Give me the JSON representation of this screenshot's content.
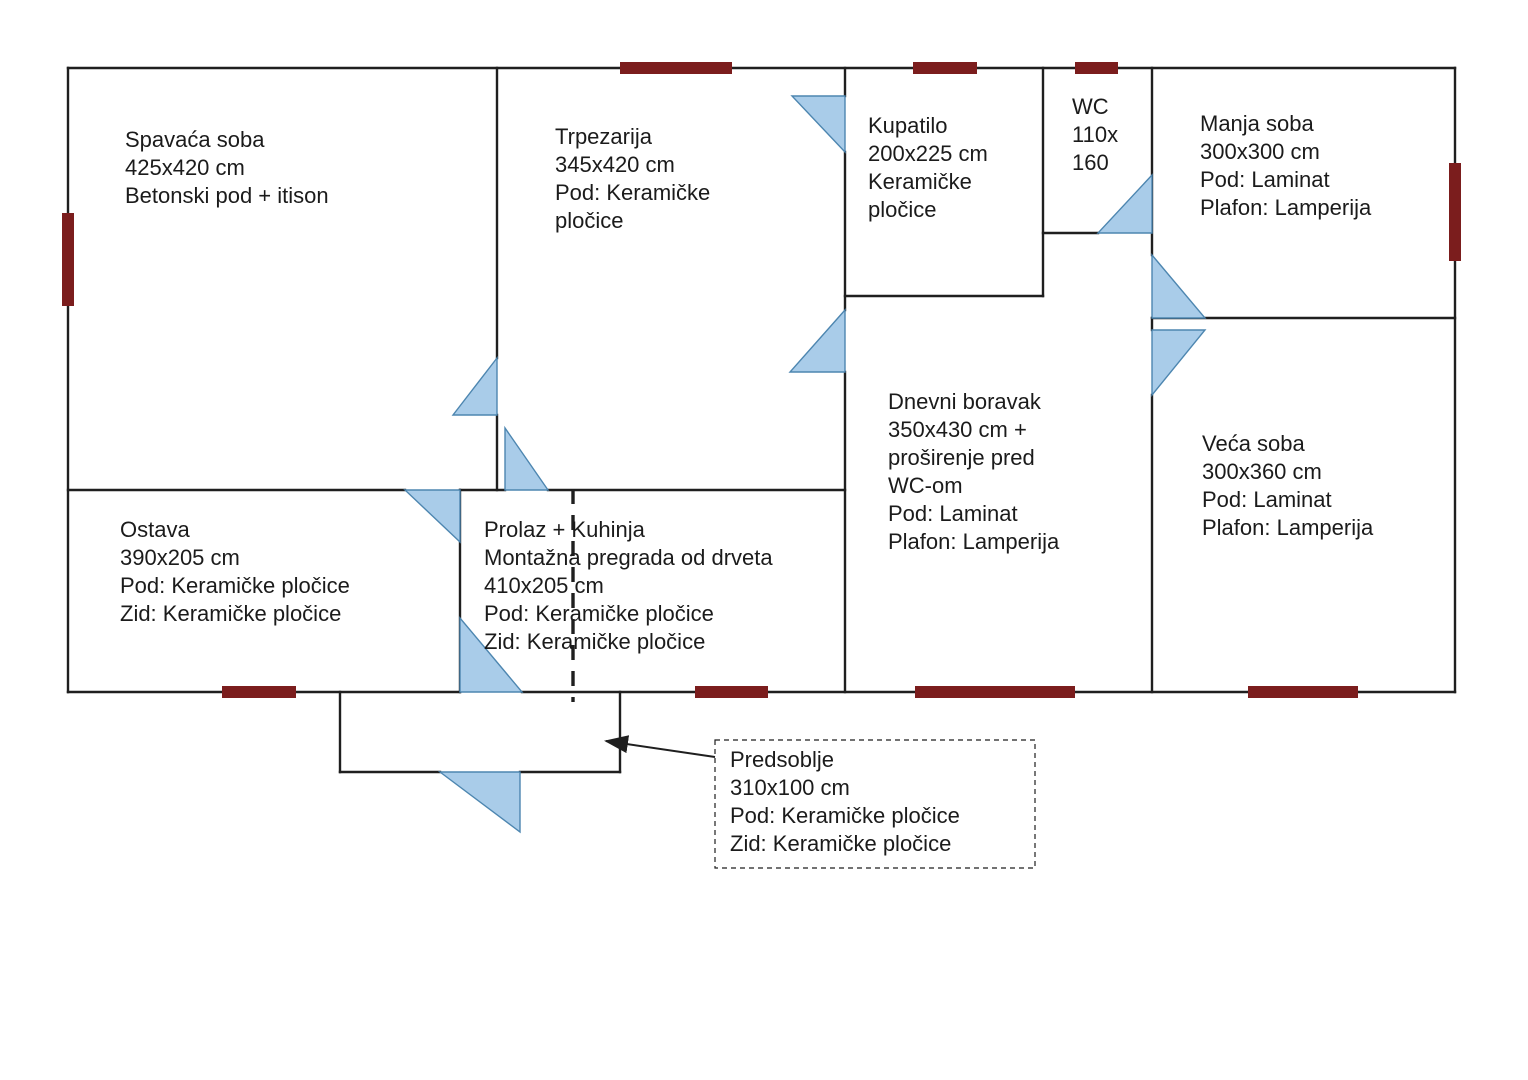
{
  "colors": {
    "wall": "#1f1f1f",
    "window_bar": "#7b1d1d",
    "door_fill": "#a9cce9",
    "door_stroke": "#4d86b0",
    "text": "#1b1b1b"
  },
  "rooms": [
    {
      "id": "spavaca-soba",
      "lines": [
        "Spavaća soba",
        "425x420 cm",
        "Betonski pod + itison"
      ]
    },
    {
      "id": "trpezarija",
      "lines": [
        "Trpezarija",
        "345x420 cm",
        "Pod: Keramičke",
        "pločice"
      ]
    },
    {
      "id": "kupatilo",
      "lines": [
        "Kupatilo",
        "200x225 cm",
        "Keramičke",
        "pločice"
      ]
    },
    {
      "id": "wc",
      "lines": [
        "WC",
        "110x",
        "160"
      ]
    },
    {
      "id": "manja-soba",
      "lines": [
        "Manja soba",
        "300x300 cm",
        "Pod: Laminat",
        "Plafon: Lamperija"
      ]
    },
    {
      "id": "dnevni-boravak",
      "lines": [
        "Dnevni boravak",
        "350x430 cm +",
        "proširenje pred",
        "WC-om",
        "Pod: Laminat",
        "Plafon: Lamperija"
      ]
    },
    {
      "id": "veca-soba",
      "lines": [
        "Veća soba",
        "300x360 cm",
        "Pod: Laminat",
        "Plafon: Lamperija"
      ]
    },
    {
      "id": "ostava",
      "lines": [
        "Ostava",
        "390x205 cm",
        "Pod: Keramičke pločice",
        "Zid: Keramičke pločice"
      ]
    },
    {
      "id": "prolaz-kuhinja",
      "lines": [
        "Prolaz + Kuhinja",
        "Montažna pregrada od drveta",
        "410x205 cm",
        "Pod: Keramičke pločice",
        "Zid: Keramičke pločice"
      ]
    },
    {
      "id": "predsoblje",
      "lines": [
        "Predsoblje",
        "310x100 cm",
        "Pod: Keramičke pločice",
        "Zid: Keramičke pločice"
      ]
    }
  ]
}
